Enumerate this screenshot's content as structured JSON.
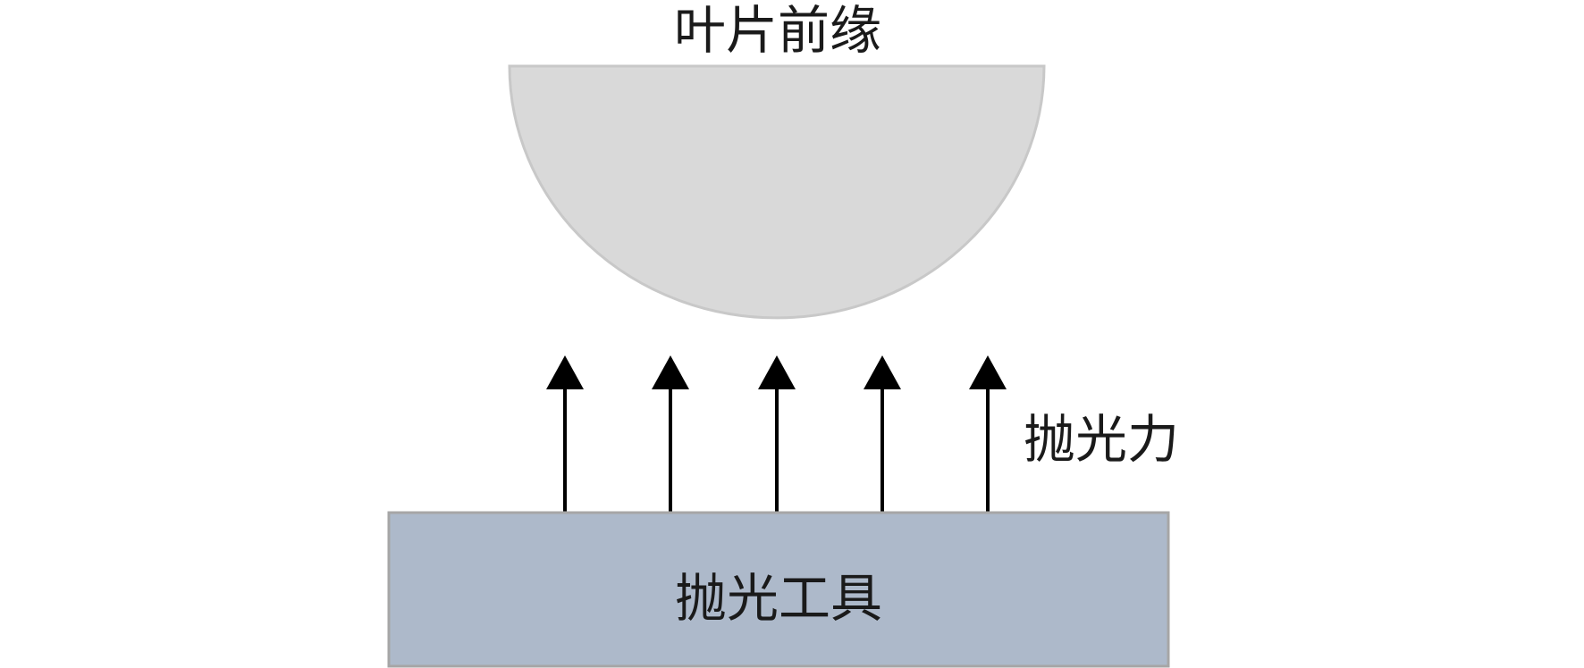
{
  "labels": {
    "blade_edge": "叶片前缘",
    "polishing_force": "抛光力",
    "polishing_tool": "抛光工具"
  },
  "colors": {
    "blade_fill": "#d9d9d9",
    "blade_stroke": "#c8c8c8",
    "tool_fill": "#adb9ca",
    "tool_stroke": "#a6a6a6",
    "arrow": "#000000"
  },
  "arrows": {
    "count": 5
  }
}
